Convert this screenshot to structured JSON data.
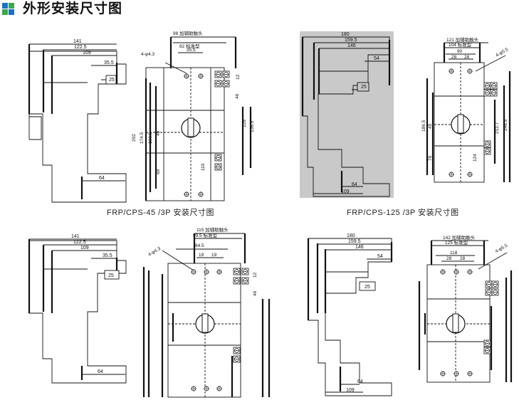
{
  "header": {
    "title": "外形安装尺寸图",
    "logo_colors": [
      "#1f6fc4",
      "#3aa84a",
      "#3aa84a",
      "#1f6fc4"
    ]
  },
  "captions": {
    "tl": "FRP/CPS-45 /3P 安装尺寸图",
    "tr": "FRP/CPS-125 /3P 安装尺寸图"
  },
  "panel_tl": {
    "side": {
      "d141": "141",
      "d1225": "122.5",
      "d109": "109",
      "d355": "35.5",
      "d25": "25",
      "d64": "64"
    },
    "front": {
      "d98": "98 加辅助触头",
      "d82": "82 标准型",
      "d355": "35.5",
      "d43": "4-φ4.3",
      "d12": "12",
      "d46": "46",
      "d126": "126",
      "d1365": "136.5",
      "d202": "202",
      "d1745": "174.5",
      "d1665": "166.5",
      "d45": "45",
      "d69": "69",
      "d110": "110"
    }
  },
  "panel_tr": {
    "side": {
      "d180": "180",
      "d1595": "159.5",
      "d146": "146",
      "d54": "54",
      "d25": "25",
      "d64": "64",
      "d109": "109"
    },
    "front": {
      "d121": "121 加辅助触头",
      "d104": "104 标准型",
      "d90": "90",
      "d28a": "28",
      "d28b": "28",
      "d55": "4-φ5.5",
      "d1865": "186.5",
      "d45": "45",
      "d76": "76",
      "d124": "124",
      "d2127": "212.7",
      "d2465": "246.5"
    }
  },
  "panel_bl": {
    "side": {
      "d141": "141",
      "d1225": "122.5",
      "d109": "109",
      "d355": "35.5",
      "d25": "25",
      "d64": "64"
    },
    "front": {
      "d115": "115 加辅助触头",
      "d995": "99.5 标准型",
      "d845": "84.5",
      "d19a": "19",
      "d19b": "19",
      "d43": "4-φ4.3",
      "d12": "12",
      "d46": "46"
    }
  },
  "panel_br": {
    "side": {
      "d180": "180",
      "d1595": "159.5",
      "d146": "146",
      "d54": "54",
      "d25": "25",
      "d64": "64",
      "d109": "109"
    },
    "front": {
      "d142": "142 加辅助触头",
      "d125": "125 标准型",
      "d118": "118",
      "d28a": "28",
      "d28b": "28",
      "d55": "4-φ5.5"
    }
  }
}
